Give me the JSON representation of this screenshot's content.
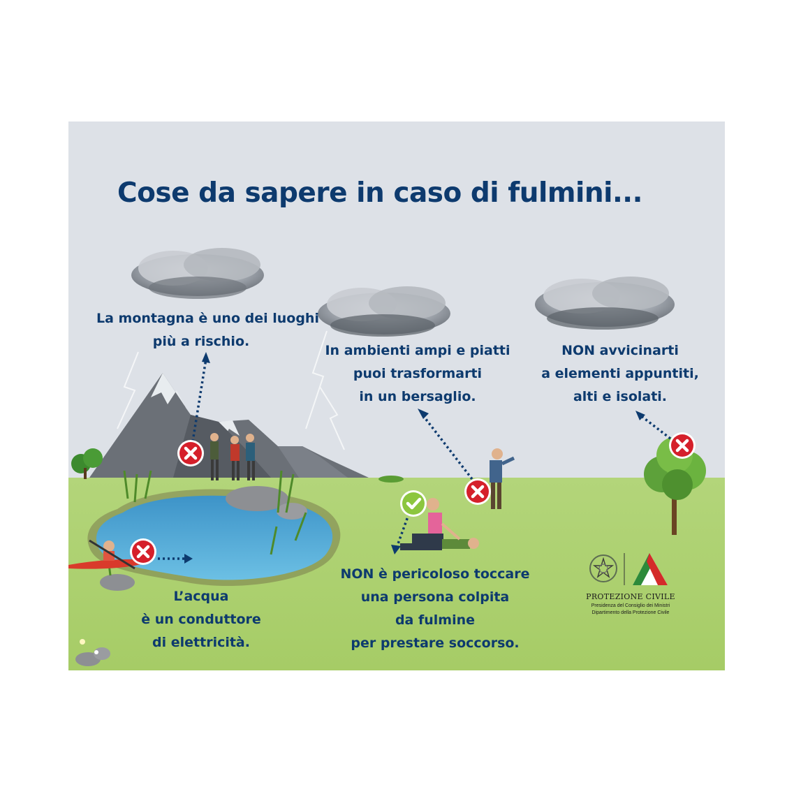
{
  "title": "Cose da sapere in caso di fulmini...",
  "captions": {
    "mountain": [
      "La montagna è uno dei luoghi",
      "più a rischio."
    ],
    "open_areas": [
      "In ambienti ampi e piatti",
      "puoi trasformarti",
      "in un bersaglio."
    ],
    "pointed": [
      "NON avvicinarti",
      "a elementi appuntiti,",
      "alti e isolati."
    ],
    "water": [
      "L’acqua",
      "è un conduttore",
      "di elettricità."
    ],
    "rescue": [
      "NON è pericoloso toccare",
      "una persona colpita",
      "da fulmine",
      "per prestare soccorso."
    ]
  },
  "logo": {
    "name": "PROTEZIONE CIVILE",
    "line1": "Presidenza del Consiglio dei Ministri",
    "line2": "Dipartimento della Protezione Civile"
  },
  "colors": {
    "title": "#0d3a6e",
    "sky": "#dde1e7",
    "grass": "#a9cf6a",
    "water": "#52a9d6",
    "cross_badge": "#d5202b",
    "check_badge": "#8cc63f"
  },
  "icons": [
    "cross-badge-icon",
    "check-badge-icon",
    "cloud-icon",
    "mountain-icon",
    "tree-icon",
    "lake-icon",
    "emblem-icon",
    "protezione-civile-logo-icon"
  ]
}
